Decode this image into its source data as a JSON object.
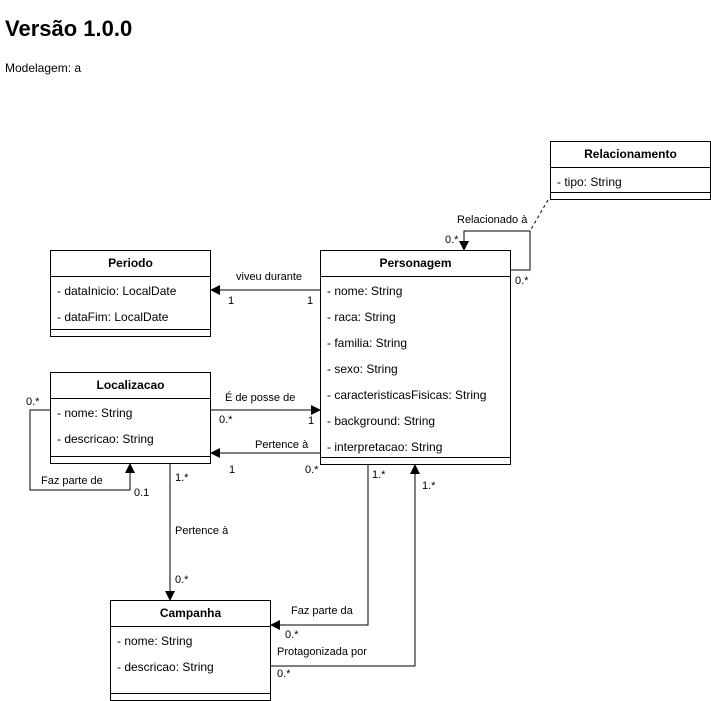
{
  "page": {
    "title": "Versão 1.0.0",
    "subtitle": "Modelagem: a"
  },
  "classes": {
    "relacionamento": {
      "name": "Relacionamento",
      "attributes": [
        "- tipo: String"
      ]
    },
    "periodo": {
      "name": "Periodo",
      "attributes": [
        "- dataInicio: LocalDate",
        "- dataFim: LocalDate"
      ]
    },
    "personagem": {
      "name": "Personagem",
      "attributes": [
        "- nome: String",
        "- raca: String",
        "- familia: String",
        "- sexo: String",
        "- caracteristicasFisicas: String",
        "- background: String",
        "- interpretacao: String"
      ]
    },
    "localizacao": {
      "name": "Localizacao",
      "attributes": [
        "- nome: String",
        "- descricao: String"
      ]
    },
    "campanha": {
      "name": "Campanha",
      "attributes": [
        "- nome: String",
        "- descricao: String"
      ]
    }
  },
  "relations": {
    "relacionado": {
      "label": "Relacionado à",
      "source_mult": "0.*",
      "target_mult": "0.*"
    },
    "viveu": {
      "label": "viveu durante",
      "source_mult": "1",
      "target_mult": "1"
    },
    "posse": {
      "label": "É de posse de",
      "source_mult": "0.*",
      "target_mult": "1"
    },
    "pertence_loc": {
      "label": "Pertence à",
      "source_mult": "0.*",
      "target_mult": "1"
    },
    "faz_parte_loc": {
      "label": "Faz parte de",
      "source_mult": "0.*",
      "target_mult": "0.1"
    },
    "pertence_camp": {
      "label": "Pertence à",
      "source_mult": "1.*",
      "target_mult": "0.*"
    },
    "faz_parte_camp": {
      "label": "Faz parte da",
      "source_mult": "1.*",
      "target_mult": "0.*"
    },
    "protagonizada": {
      "label": "Protagonizada por",
      "source_mult": "0.*",
      "target_mult": "1.*"
    }
  }
}
